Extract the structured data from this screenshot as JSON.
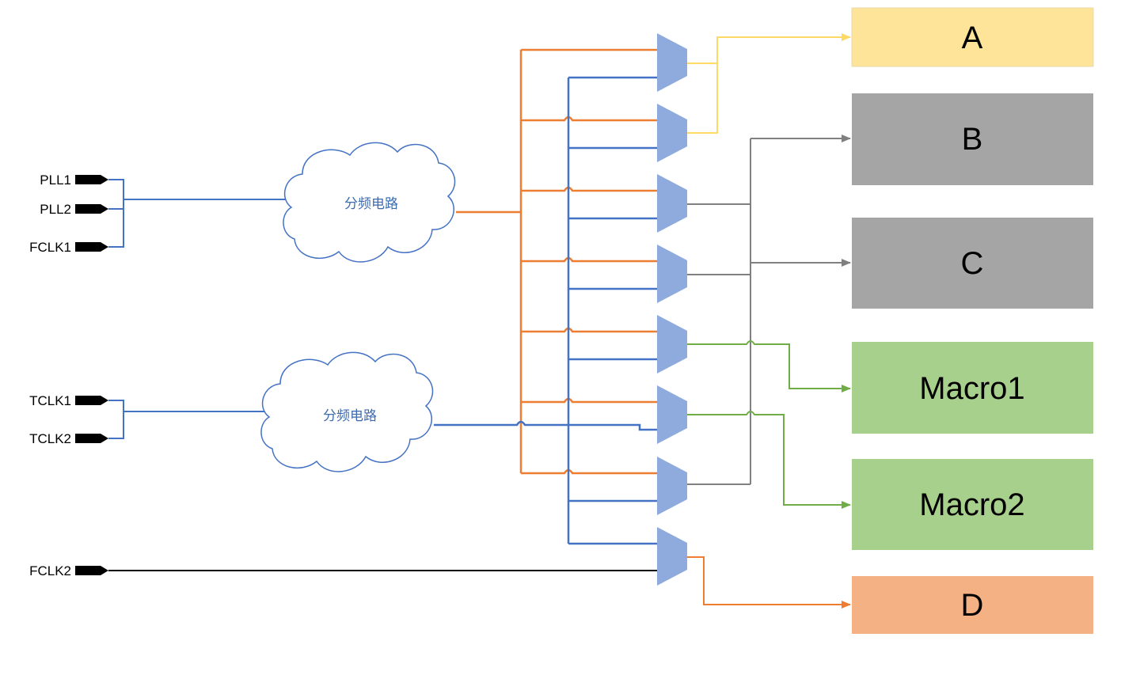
{
  "inputs": {
    "pll1": "PLL1",
    "pll2": "PLL2",
    "fclk1": "FCLK1",
    "tclk1": "TCLK1",
    "tclk2": "TCLK2",
    "fclk2": "FCLK2"
  },
  "dividers": {
    "top_label": "分频电路",
    "bottom_label": "分频电路"
  },
  "outputs": {
    "a": "A",
    "b": "B",
    "c": "C",
    "macro1": "Macro1",
    "macro2": "Macro2",
    "d": "D"
  },
  "colors": {
    "box_a": "#fde499",
    "box_b": "#a5a5a5",
    "box_c": "#a5a5a5",
    "box_macro1": "#a8d08d",
    "box_macro2": "#a8d08d",
    "box_d": "#f4b183",
    "wire_blue": "#4472c4",
    "wire_orange": "#ed7d31",
    "wire_yellow": "#ffd966",
    "wire_gray": "#808080",
    "wire_green": "#70ad47",
    "mux_fill": "#8faadc",
    "pin_fill": "#000000"
  }
}
